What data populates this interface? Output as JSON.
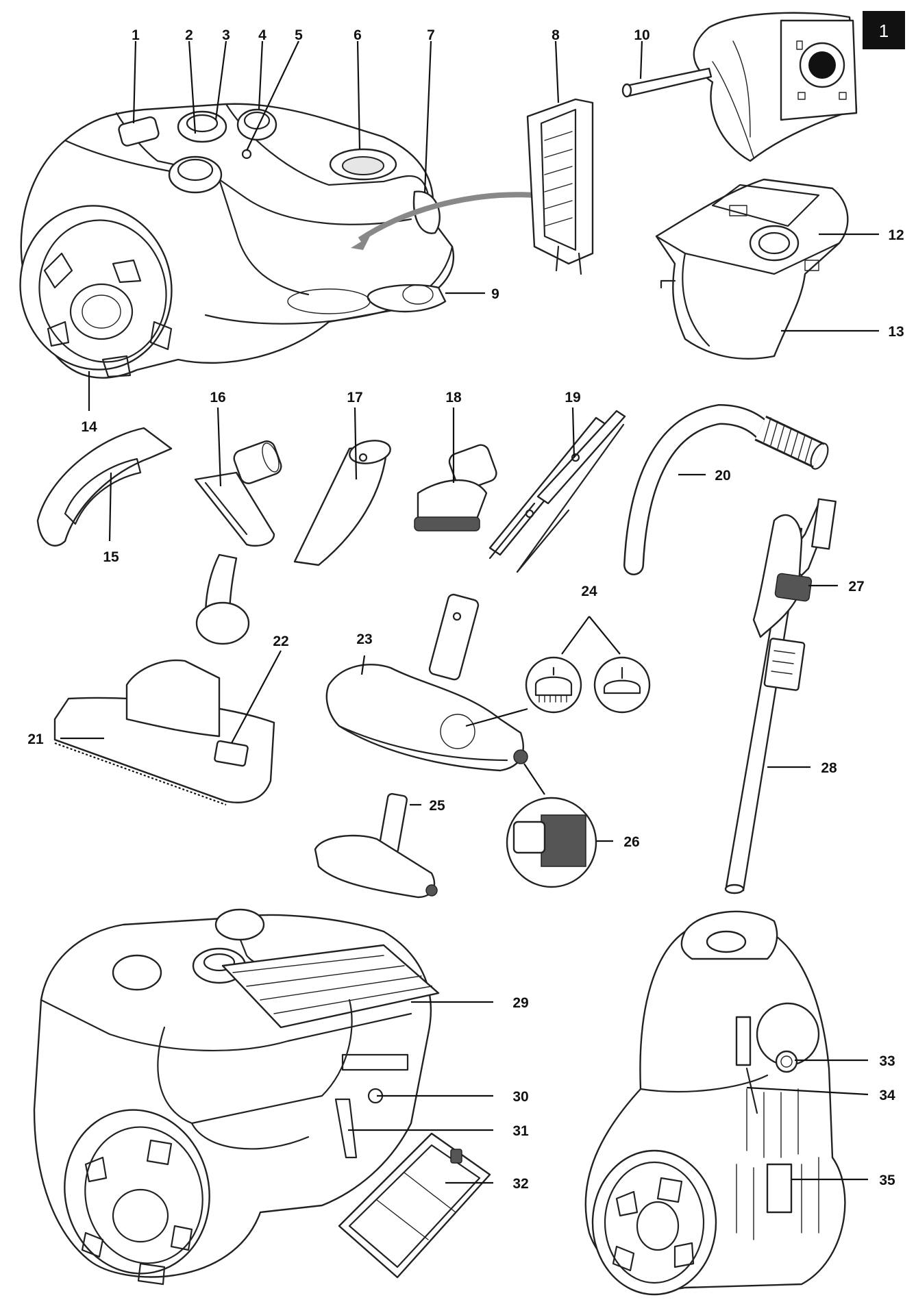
{
  "figure_number": "1",
  "callouts": [
    {
      "id": "c1",
      "label": "1"
    },
    {
      "id": "c2",
      "label": "2"
    },
    {
      "id": "c3",
      "label": "3"
    },
    {
      "id": "c4",
      "label": "4"
    },
    {
      "id": "c5",
      "label": "5"
    },
    {
      "id": "c6",
      "label": "6"
    },
    {
      "id": "c7",
      "label": "7"
    },
    {
      "id": "c8",
      "label": "8"
    },
    {
      "id": "c9",
      "label": "9"
    },
    {
      "id": "c10",
      "label": "10"
    },
    {
      "id": "c12",
      "label": "12"
    },
    {
      "id": "c13",
      "label": "13"
    },
    {
      "id": "c14",
      "label": "14"
    },
    {
      "id": "c15",
      "label": "15"
    },
    {
      "id": "c16",
      "label": "16"
    },
    {
      "id": "c17",
      "label": "17"
    },
    {
      "id": "c18",
      "label": "18"
    },
    {
      "id": "c19",
      "label": "19"
    },
    {
      "id": "c20",
      "label": "20"
    },
    {
      "id": "c21",
      "label": "21"
    },
    {
      "id": "c22",
      "label": "22"
    },
    {
      "id": "c23",
      "label": "23"
    },
    {
      "id": "c24",
      "label": "24"
    },
    {
      "id": "c25",
      "label": "25"
    },
    {
      "id": "c26",
      "label": "26"
    },
    {
      "id": "c27",
      "label": "27"
    },
    {
      "id": "c28",
      "label": "28"
    },
    {
      "id": "c29",
      "label": "29"
    },
    {
      "id": "c30",
      "label": "30"
    },
    {
      "id": "c31",
      "label": "31"
    },
    {
      "id": "c32",
      "label": "32"
    },
    {
      "id": "c33",
      "label": "33"
    },
    {
      "id": "c34",
      "label": "34"
    },
    {
      "id": "c35",
      "label": "35"
    }
  ]
}
